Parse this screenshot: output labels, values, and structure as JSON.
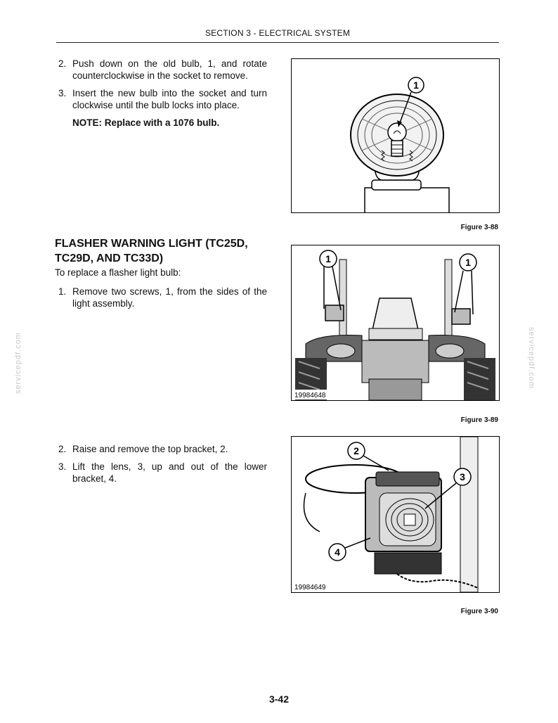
{
  "header": {
    "title": "SECTION 3 - ELECTRICAL SYSTEM"
  },
  "steps_a": [
    {
      "number": "2.",
      "text": "Push down on the old bulb, 1, and rotate counterclockwise in the socket to remove."
    },
    {
      "number": "3.",
      "text": "Insert the new bulb into the socket and turn clockwise until the bulb locks into place."
    }
  ],
  "note": "NOTE: Replace with a 1076 bulb.",
  "section": {
    "heading_line1": "FLASHER WARNING LIGHT (TC25D,",
    "heading_line2": "TC29D, AND TC33D)",
    "intro": "To replace a flasher light bulb:"
  },
  "steps_b": [
    {
      "number": "1.",
      "text": "Remove two screws, 1, from the sides of the light assembly."
    }
  ],
  "steps_c": [
    {
      "number": "2.",
      "text": "Raise and remove the top bracket, 2."
    },
    {
      "number": "3.",
      "text": "Lift the lens, 3, up and out of the lower bracket, 4."
    }
  ],
  "figures": [
    {
      "caption": "Figure 3-88",
      "callouts": [
        "1"
      ],
      "id_label": ""
    },
    {
      "caption": "Figure 3-89",
      "callouts": [
        "1",
        "1"
      ],
      "id_label": "19984648"
    },
    {
      "caption": "Figure 3-90",
      "callouts": [
        "2",
        "3",
        "4"
      ],
      "id_label": "19984649"
    }
  ],
  "watermark": "servicepdf.com",
  "page_number": "3-42"
}
